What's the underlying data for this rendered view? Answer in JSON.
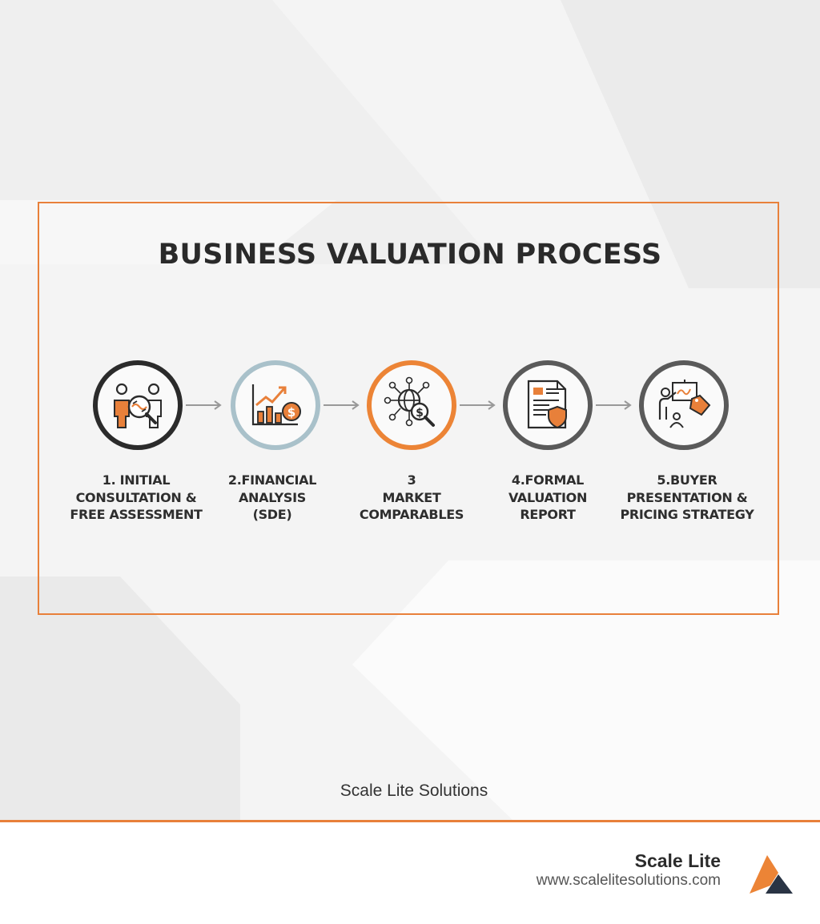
{
  "title": "BUSINESS VALUATION PROCESS",
  "steps": [
    {
      "label": "1. INITIAL\nCONSULTATION &\nFREE ASSESSMENT",
      "icon": "consultation-icon",
      "ring_color": "#2b2b2b"
    },
    {
      "label": "2.FINANCIAL\nANALYSIS\n(SDE)",
      "icon": "financial-chart-icon",
      "ring_color": "#a9c1ca"
    },
    {
      "label": "3\nMARKET\nCOMPARABLES",
      "icon": "market-network-icon",
      "ring_color": "#ec8436"
    },
    {
      "label": "4.FORMAL\nVALUATION\nREPORT",
      "icon": "report-shield-icon",
      "ring_color": "#5a5a5a"
    },
    {
      "label": "5.BUYER\nPRESENTATION &\nPRICING STRATEGY",
      "icon": "presentation-tag-icon",
      "ring_color": "#5a5a5a"
    }
  ],
  "caption": "Scale Lite Solutions",
  "footer": {
    "brand_name": "Scale Lite",
    "url": "www.scalelitesolutions.com"
  },
  "colors": {
    "accent": "#e8803a",
    "text": "#2a2a2a",
    "logo_dark": "#2a3444"
  }
}
